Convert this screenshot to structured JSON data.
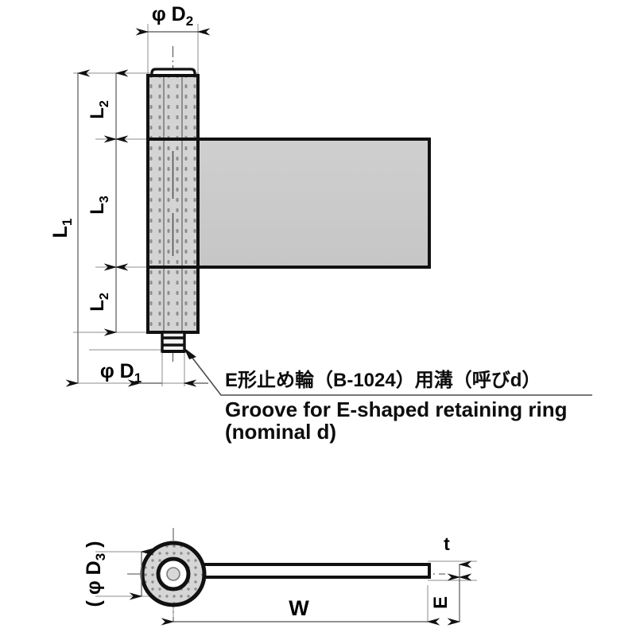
{
  "drawing": {
    "type": "technical-engineering-drawing",
    "subject": "hinge-with-lift-off-pin",
    "background_color": "#ffffff",
    "line_color": "#000000",
    "dimension_line_color": "#6e6e6e",
    "fill_color": "#c8c8c8",
    "hatch_color": "#8a8a8a"
  },
  "front_view": {
    "dimensions": {
      "diameter_top": "φ D",
      "diameter_top_sub": "2",
      "overall_length": "L",
      "overall_length_sub": "1",
      "knuckle_top": "L",
      "knuckle_top_sub": "2",
      "knuckle_middle": "L",
      "knuckle_middle_sub": "3",
      "knuckle_bottom": "L",
      "knuckle_bottom_sub": "2",
      "pin_diameter": "φ D",
      "pin_diameter_sub": "1"
    }
  },
  "callout": {
    "japanese": "E形止め輪（B-1024）用溝（呼びd）",
    "english_line1": "Groove for E-shaped retaining ring",
    "english_line2": "(nominal d)"
  },
  "bottom_view": {
    "dimensions": {
      "barrel_diameter": "( φ D",
      "barrel_diameter_sub": "3",
      "barrel_diameter_close": " )",
      "plate_width": "W",
      "plate_thickness": "t",
      "leaf_edge": "E"
    }
  }
}
